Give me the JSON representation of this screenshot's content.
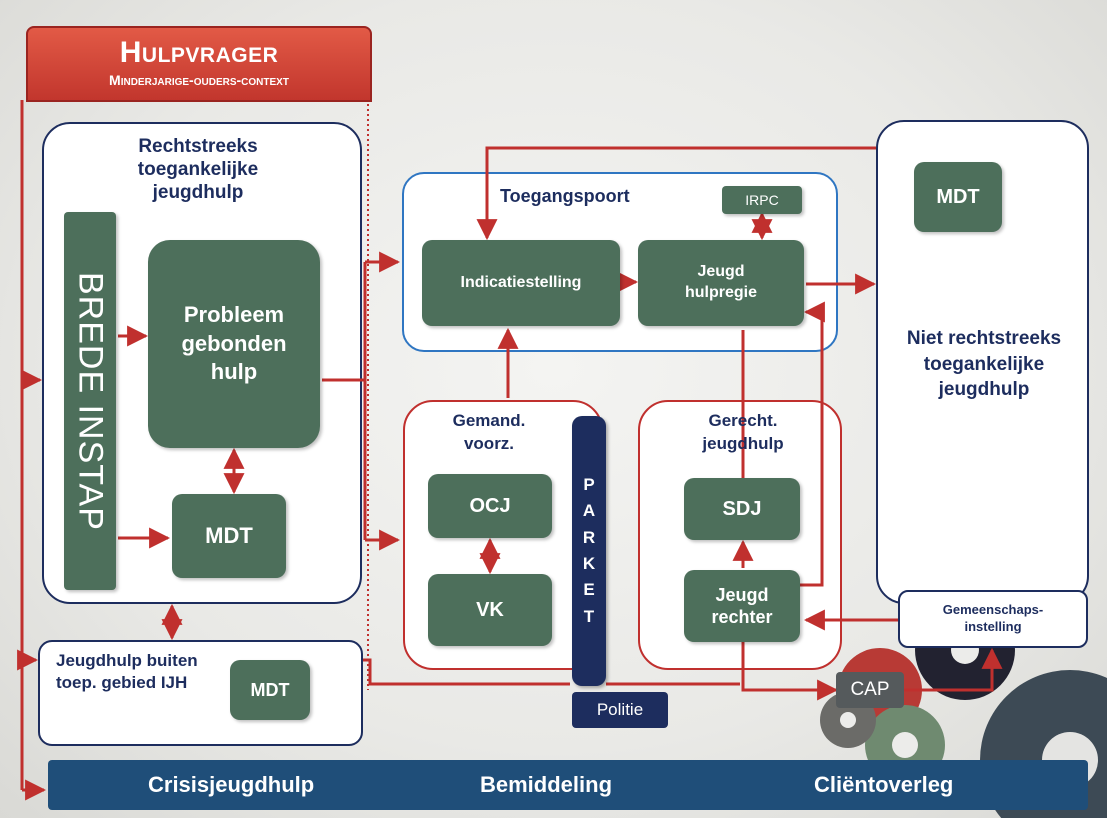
{
  "header": {
    "title": "Hulpvrager",
    "subtitle": "Minderjarige-ouders-context"
  },
  "direct_access": {
    "title": "Rechtstreeks toegankelijke jeugdhulp",
    "brede_instap": "BREDE INSTAP",
    "probleem": "Probleem gebonden hulp",
    "mdt": "MDT"
  },
  "toegangspoort": {
    "title": "Toegangspoort",
    "irpc": "IRPC",
    "indicatiestelling": "Indicatiestelling",
    "jeugdhulpregie": "Jeugd hulpregie"
  },
  "not_direct": {
    "mdt": "MDT",
    "title": "Niet rechtstreeks toegankelijke jeugdhulp"
  },
  "gemand": {
    "title": "Gemand. voorz.",
    "ocj": "OCJ",
    "vk": "VK"
  },
  "gerecht": {
    "title": "Gerecht. jeugdhulp",
    "sdj": "SDJ",
    "jeugdrechter": "Jeugd rechter"
  },
  "parket": "PARKET",
  "politie": "Politie",
  "buiten": {
    "title": "Jeugdhulp buiten toep. gebied IJH",
    "mdt": "MDT"
  },
  "gemeenschap": "Gemeenschaps-instelling",
  "cap": "CAP",
  "bottom_bar": {
    "item1": "Crisisjeugdhulp",
    "item2": "Bemiddeling",
    "item3": "Cliëntoverleg"
  },
  "colors": {
    "arrow": "#c0302e",
    "navy": "#1d2d5e",
    "green_box": "#4d6f5b",
    "bar": "#1f4e79"
  }
}
